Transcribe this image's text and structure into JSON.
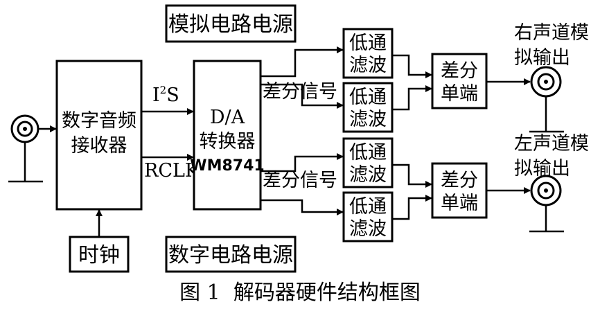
{
  "labels": {
    "analog_power": "模拟电路电源",
    "digital_power": "数字电路电源",
    "receiver_line1": "数字音频",
    "receiver_line2": "接收器",
    "clock": "时钟",
    "i2s": "I",
    "i2s_sup": "2",
    "i2s_tail": "S",
    "rclk": "RCLK",
    "dac_line1": "D/A",
    "dac_line2": "转换器",
    "dac_line3": "WM8741",
    "diff_signal_top": "差分信号",
    "diff_signal_bottom": "差分信号",
    "lowpass_line1": "低通",
    "lowpass_line2": "滤波",
    "diff_se_line1": "差分",
    "diff_se_line2": "单端",
    "right_out_line1": "右声道模",
    "right_out_line2": "拟输出",
    "left_out_line1": "左声道模",
    "left_out_line2": "拟输出",
    "caption": "图 1  解码器硬件结构框图"
  },
  "icons": [
    "input-connector-icon",
    "right-output-connector-icon",
    "left-output-connector-icon"
  ]
}
